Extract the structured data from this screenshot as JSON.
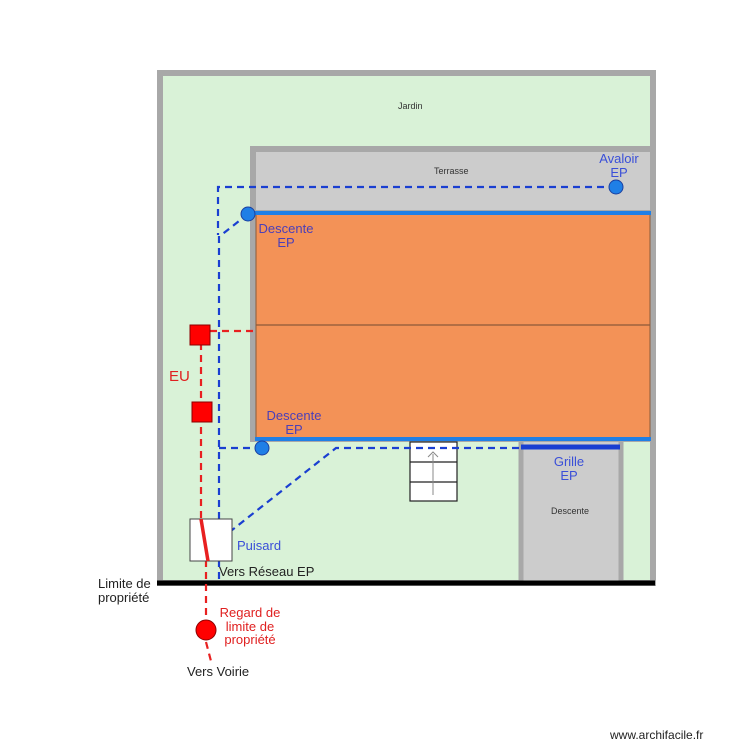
{
  "plan": {
    "zones": {
      "garden": "Jardin",
      "terrace": "Terrasse",
      "ramp": "Descente"
    },
    "labels": {
      "avaloir": [
        "Avaloir",
        "EP"
      ],
      "descente_top": [
        "Descente",
        "EP"
      ],
      "descente_bottom": [
        "Descente",
        "EP"
      ],
      "grille": [
        "Grille",
        "EP"
      ],
      "eu": "EU",
      "puisard": "Puisard",
      "vers_reseau": "Vers Réseau EP",
      "limite": [
        "Limite de",
        "propriété"
      ],
      "regard": [
        "Regard de",
        "limite de",
        "propriété"
      ],
      "vers_voirie": "Vers Voirie"
    },
    "colors": {
      "garden": "#d9f2d7",
      "wall": "#a8a8a8",
      "terrace": "#cccccc",
      "house": "#f39257",
      "gutter": "#1f7fe6",
      "ep_pipe": "#1a3fd1",
      "eu_pipe": "#e82020",
      "boundary": "#000000"
    }
  },
  "footer": {
    "watermark": "www.archifacile.fr"
  }
}
